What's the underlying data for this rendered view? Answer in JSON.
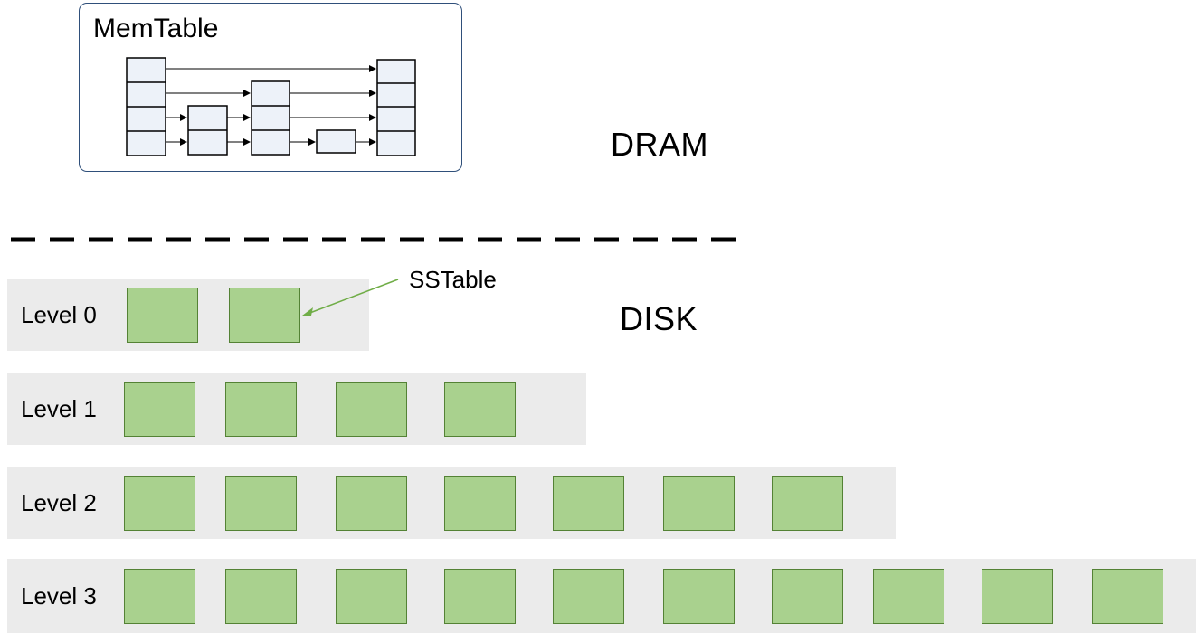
{
  "dram": {
    "label": "DRAM",
    "memtable": {
      "title": "MemTable"
    }
  },
  "disk": {
    "label": "DISK",
    "callout": "SSTable",
    "levels": [
      {
        "label": "Level 0",
        "sstable_count": 2
      },
      {
        "label": "Level 1",
        "sstable_count": 4
      },
      {
        "label": "Level 2",
        "sstable_count": 7
      },
      {
        "label": "Level 3",
        "sstable_count": 10
      }
    ]
  },
  "colors": {
    "memtable_border": "#2f4f7a",
    "skiplist_fill": "#edf2f9",
    "band": "#ebebeb",
    "sstable_fill": "#a9d18e",
    "sstable_border": "#548235",
    "callout_line": "#70ad47"
  }
}
